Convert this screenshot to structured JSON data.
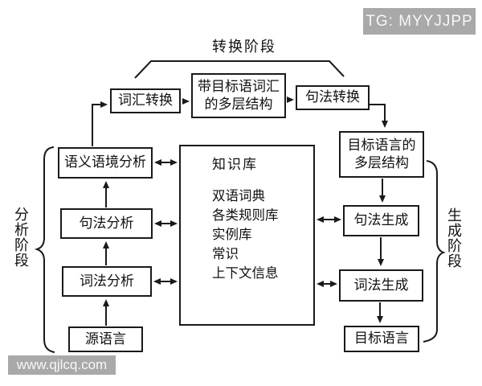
{
  "watermarks": {
    "top_right": "TG: MYYJJPP",
    "bottom_left": "www.qjlcq.com"
  },
  "colors": {
    "watermark_bg": "#a9a9a9",
    "line": "#1a1a1a",
    "background": "#ffffff"
  },
  "diagram": {
    "title_top": "转换阶段",
    "left_phase_label": "分析阶段",
    "right_phase_label": "生成阶段",
    "boxes": {
      "lexical_transfer": "词汇转换",
      "target_lex_structure_line1": "带目标语词汇",
      "target_lex_structure_line2": "的多层结构",
      "syntax_transfer": "句法转换",
      "semantic_analysis": "语义语境分析",
      "syntax_analysis": "句法分析",
      "lexical_analysis": "词法分析",
      "source_language": "源语言",
      "target_structure_line1": "目标语言的",
      "target_structure_line2": "多层结构",
      "syntax_generation": "句法生成",
      "lexical_generation": "词法生成",
      "target_language": "目标语言",
      "knowledge_base_title": "知识库",
      "knowledge_items": [
        "双语词典",
        "各类规则库",
        "实例库",
        "常识",
        "上下文信息"
      ]
    }
  }
}
